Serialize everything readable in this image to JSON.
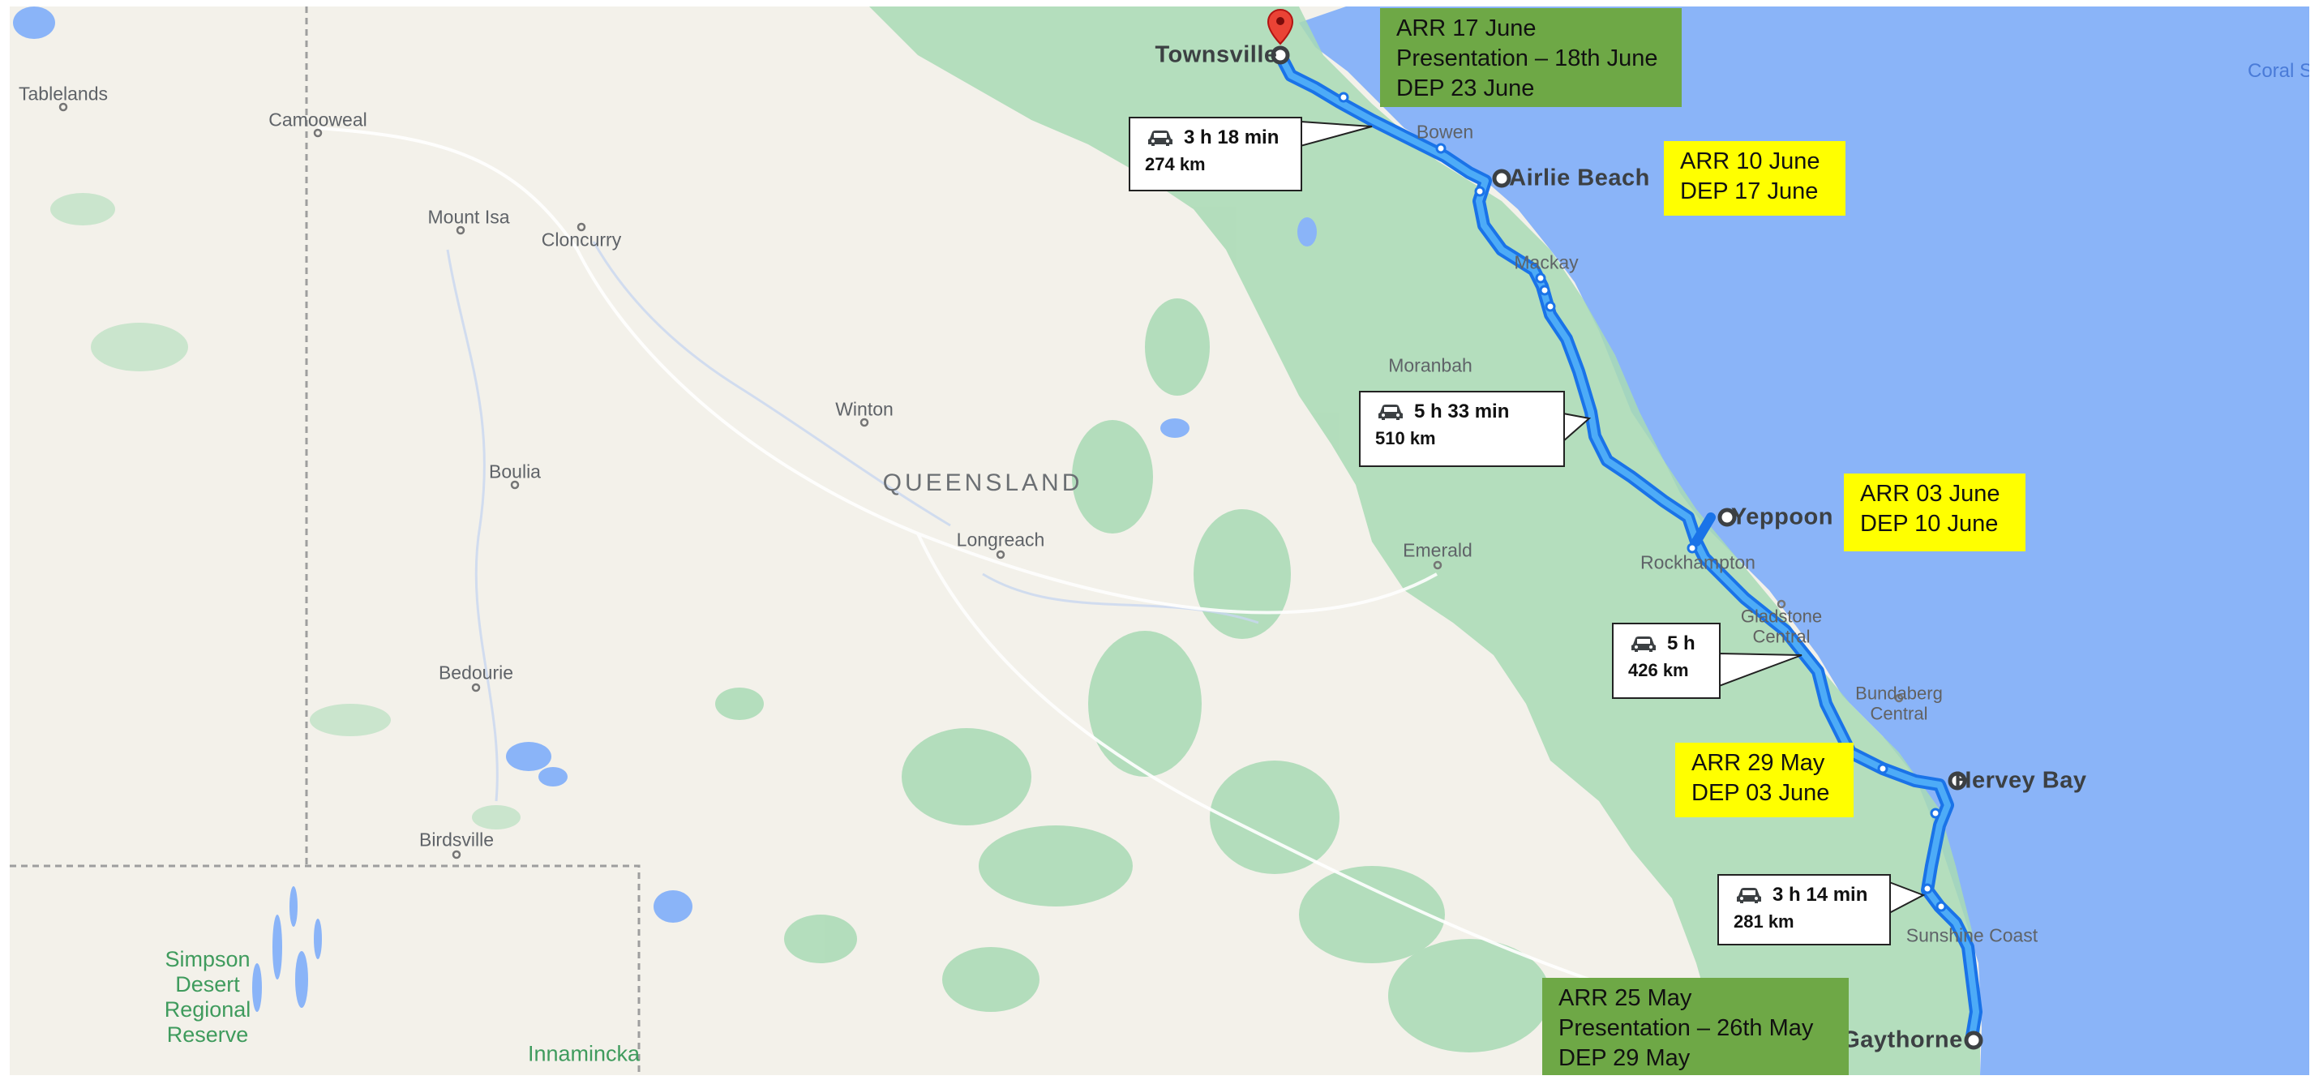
{
  "map": {
    "region_label": "QUEENSLAND",
    "sea_label": "Coral S",
    "park_label": "Simpson\nDesert\nRegional\nReserve",
    "place_labels": {
      "tablelands": "Tablelands",
      "camooweal": "Camooweal",
      "mount_isa": "Mount Isa",
      "cloncurry": "Cloncurry",
      "winton": "Winton",
      "boulia": "Boulia",
      "longreach": "Longreach",
      "bedourie": "Bedourie",
      "birdsville": "Birdsville",
      "innamincka": "Innamincka",
      "moranbah": "Moranbah",
      "emerald": "Emerald",
      "bowen": "Bowen",
      "mackay": "Mackay",
      "rockhampton": "Rockhampton",
      "gladstone": "Gladstone\nCentral",
      "bundaberg": "Bundaberg\nCentral",
      "sunshine_coast": "Sunshine Coast"
    },
    "stops": {
      "townsville": "Townsville",
      "airlie_beach": "Airlie Beach",
      "yeppoon": "Yeppoon",
      "hervey_bay": "Hervey Bay",
      "gaythorne": "Gaythorne"
    },
    "colors": {
      "land": "#f3f1ea",
      "vegetation": "#a8dab5",
      "water": "#8ab4f8",
      "route": "#1a73e8",
      "route_light": "#4dabf7",
      "pin": "#ea4335",
      "green_note": "#6ea846",
      "yellow_note": "#ffff00"
    }
  },
  "notes": {
    "townsville": "ARR 17 June\nPresentation – 18th June\nDEP 23 June",
    "airlie_beach": "ARR 10 June\nDEP 17 June",
    "yeppoon": "ARR 03 June\nDEP 10 June",
    "hervey_bay": "ARR 29 May\nDEP 03 June",
    "gaythorne": "ARR 25 May\nPresentation – 26th May\nDEP 29 May"
  },
  "legs": [
    {
      "duration": "3 h 18 min",
      "distance": "274 km",
      "icon": "car-icon"
    },
    {
      "duration": "5 h 33 min",
      "distance": "510 km",
      "icon": "car-icon"
    },
    {
      "duration": "5 h",
      "distance": "426 km",
      "icon": "car-icon"
    },
    {
      "duration": "3 h 14 min",
      "distance": "281 km",
      "icon": "car-icon"
    }
  ]
}
